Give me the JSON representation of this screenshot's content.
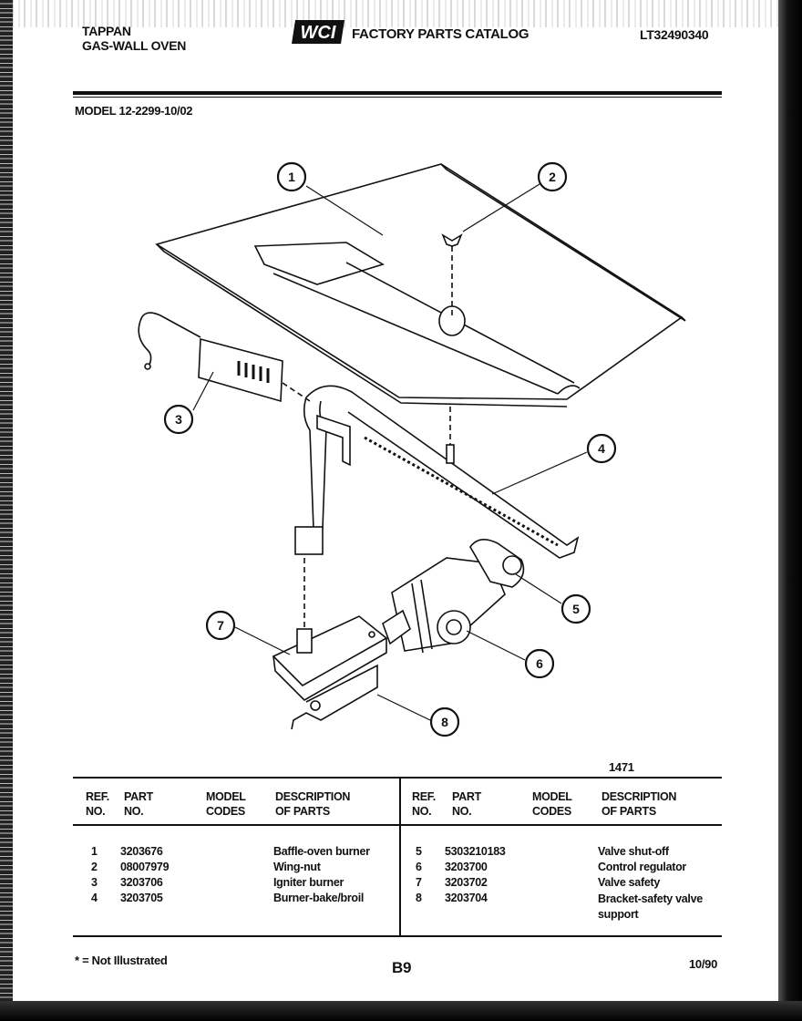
{
  "header": {
    "brand": "TAPPAN",
    "product": "GAS-WALL OVEN",
    "logo_text": "WCI",
    "catalog_title": "FACTORY PARTS CATALOG",
    "catalog_number": "LT32490340"
  },
  "model_line": "MODEL 12-2299-10/02",
  "callouts": [
    "1",
    "2",
    "3",
    "4",
    "5",
    "6",
    "7",
    "8"
  ],
  "illustration_number": "1471",
  "table": {
    "headers": {
      "ref_no": "REF. NO.",
      "part_no": "PART NO.",
      "model_codes": "MODEL CODES",
      "description": "DESCRIPTION OF PARTS"
    },
    "left_rows": [
      {
        "ref": "1",
        "part": "3203676",
        "desc": "Baffle-oven burner"
      },
      {
        "ref": "2",
        "part": "08007979",
        "desc": "Wing-nut"
      },
      {
        "ref": "3",
        "part": "3203706",
        "desc": "Igniter burner"
      },
      {
        "ref": "4",
        "part": "3203705",
        "desc": "Burner-bake/broil"
      }
    ],
    "right_rows": [
      {
        "ref": "5",
        "part": "5303210183",
        "desc": "Valve shut-off"
      },
      {
        "ref": "6",
        "part": "3203700",
        "desc": "Control regulator"
      },
      {
        "ref": "7",
        "part": "3203702",
        "desc": "Valve safety"
      },
      {
        "ref": "8",
        "part": "3203704",
        "desc": "Bracket-safety valve support"
      }
    ]
  },
  "footer": {
    "note": "* = Not Illustrated",
    "page": "B9",
    "date": "10/90"
  }
}
